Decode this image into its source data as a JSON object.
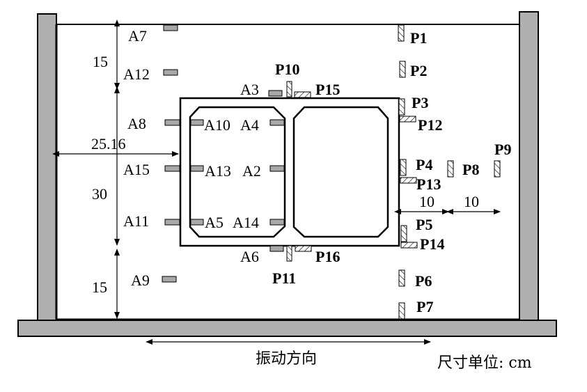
{
  "diagram": {
    "colors": {
      "wall": "#b0b0b0",
      "accelerometer": "#a8a8a8",
      "line": "#000000"
    },
    "accelerometers": [
      {
        "id": "A1",
        "label": "A7"
      },
      {
        "id": "A2",
        "label": "A12"
      },
      {
        "id": "A3",
        "label": "A8"
      },
      {
        "id": "A4",
        "label": "A15"
      },
      {
        "id": "A5",
        "label": "A11"
      },
      {
        "id": "A6",
        "label": "A9"
      },
      {
        "id": "A7",
        "label": "A3"
      },
      {
        "id": "A8",
        "label": "A10"
      },
      {
        "id": "A9",
        "label": "A4"
      },
      {
        "id": "A10",
        "label": "A13"
      },
      {
        "id": "A11",
        "label": "A2"
      },
      {
        "id": "A12",
        "label": "A5"
      },
      {
        "id": "A13",
        "label": "A14"
      },
      {
        "id": "A14",
        "label": "A6"
      }
    ],
    "pressure_sensors": [
      {
        "label": "P1"
      },
      {
        "label": "P2"
      },
      {
        "label": "P3"
      },
      {
        "label": "P12"
      },
      {
        "label": "P4"
      },
      {
        "label": "P13"
      },
      {
        "label": "P8"
      },
      {
        "label": "P9"
      },
      {
        "label": "P5"
      },
      {
        "label": "P14"
      },
      {
        "label": "P6"
      },
      {
        "label": "P7"
      },
      {
        "label": "P10"
      },
      {
        "label": "P15"
      },
      {
        "label": "P11"
      },
      {
        "label": "P16"
      }
    ],
    "dimensions": {
      "top_depth": "15",
      "box_height": "30",
      "bottom_depth": "15",
      "wall_distance": "25.16",
      "spacing_1": "10",
      "spacing_2": "10"
    },
    "vibration_direction": "振动方向",
    "unit_note": "尺寸单位: cm"
  }
}
